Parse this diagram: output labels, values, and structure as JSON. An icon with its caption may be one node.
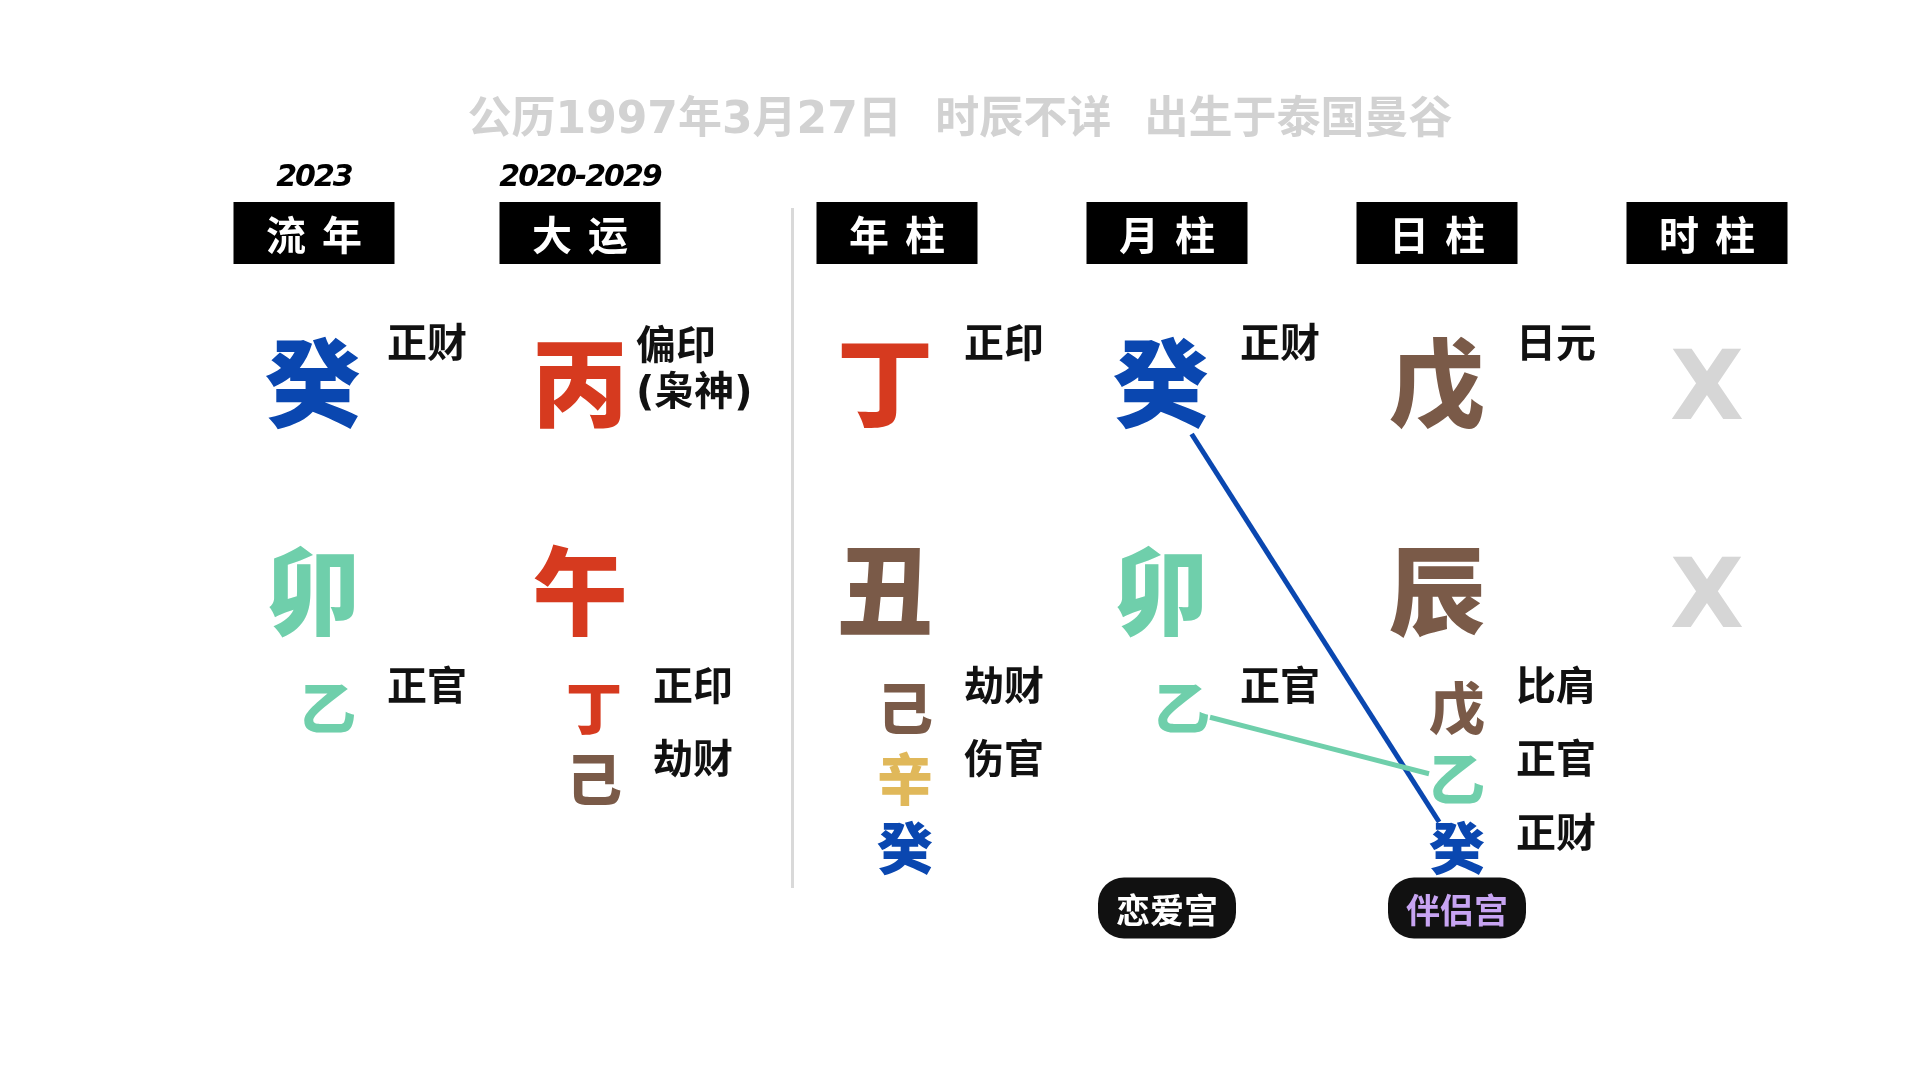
{
  "diagram": {
    "title": "公历1997年3月27日 时辰不详 出生于泰国曼谷",
    "nodes": [
      {
        "text": [
          "流年"
        ],
        "beside": [
          "2023"
        ]
      },
      {
        "text": [
          "大运"
        ],
        "beside": [
          "2020-2029"
        ]
      },
      {
        "text": [
          "年柱"
        ]
      },
      {
        "text": [
          "月柱"
        ]
      },
      {
        "text": [
          "日柱"
        ]
      },
      {
        "text": [
          "时柱"
        ]
      },
      {
        "text": [
          "癸"
        ],
        "beside": [
          "正财"
        ]
      },
      {
        "text": [
          "丙"
        ],
        "beside": [
          "偏印(枭神)"
        ]
      },
      {
        "text": [
          "丁"
        ],
        "beside": [
          "正印"
        ]
      },
      {
        "text": [
          "癸"
        ],
        "beside": [
          "正财"
        ]
      },
      {
        "text": [
          "戊"
        ],
        "beside": [
          "日元"
        ]
      },
      {
        "text": [
          "X"
        ]
      },
      {
        "text": [
          "卯"
        ]
      },
      {
        "text": [
          "午"
        ]
      },
      {
        "text": [
          "丑"
        ]
      },
      {
        "text": [
          "卯"
        ]
      },
      {
        "text": [
          "辰"
        ]
      },
      {
        "text": [
          "X"
        ]
      },
      {
        "text": [
          "乙"
        ],
        "beside": [
          "正官"
        ]
      },
      {
        "text": [
          "丁"
        ],
        "beside": [
          "正印"
        ]
      },
      {
        "text": [
          "己"
        ],
        "beside": [
          "劫财"
        ]
      },
      {
        "text": [
          "己"
        ],
        "beside": [
          "劫财"
        ]
      },
      {
        "text": [
          "辛"
        ],
        "beside": [
          "伤官"
        ]
      },
      {
        "text": [
          "癸"
        ]
      },
      {
        "text": [
          "乙"
        ],
        "beside": [
          "正官"
        ]
      },
      {
        "text": [
          "戊"
        ],
        "beside": [
          "比肩"
        ]
      },
      {
        "text": [
          "乙"
        ],
        "beside": [
          "正官"
        ]
      },
      {
        "text": [
          "癸"
        ],
        "beside": [
          "正财"
        ]
      },
      {
        "text": [
          "恋爱宫"
        ]
      },
      {
        "text": [
          "伴侣宫"
        ]
      }
    ],
    "edges": [
      {
        "from": 9,
        "to": 27,
        "arrow": "none",
        "color": "#0a47b0"
      },
      {
        "from": 24,
        "to": 26,
        "arrow": "none",
        "color": "#6fcfab"
      }
    ]
  }
}
